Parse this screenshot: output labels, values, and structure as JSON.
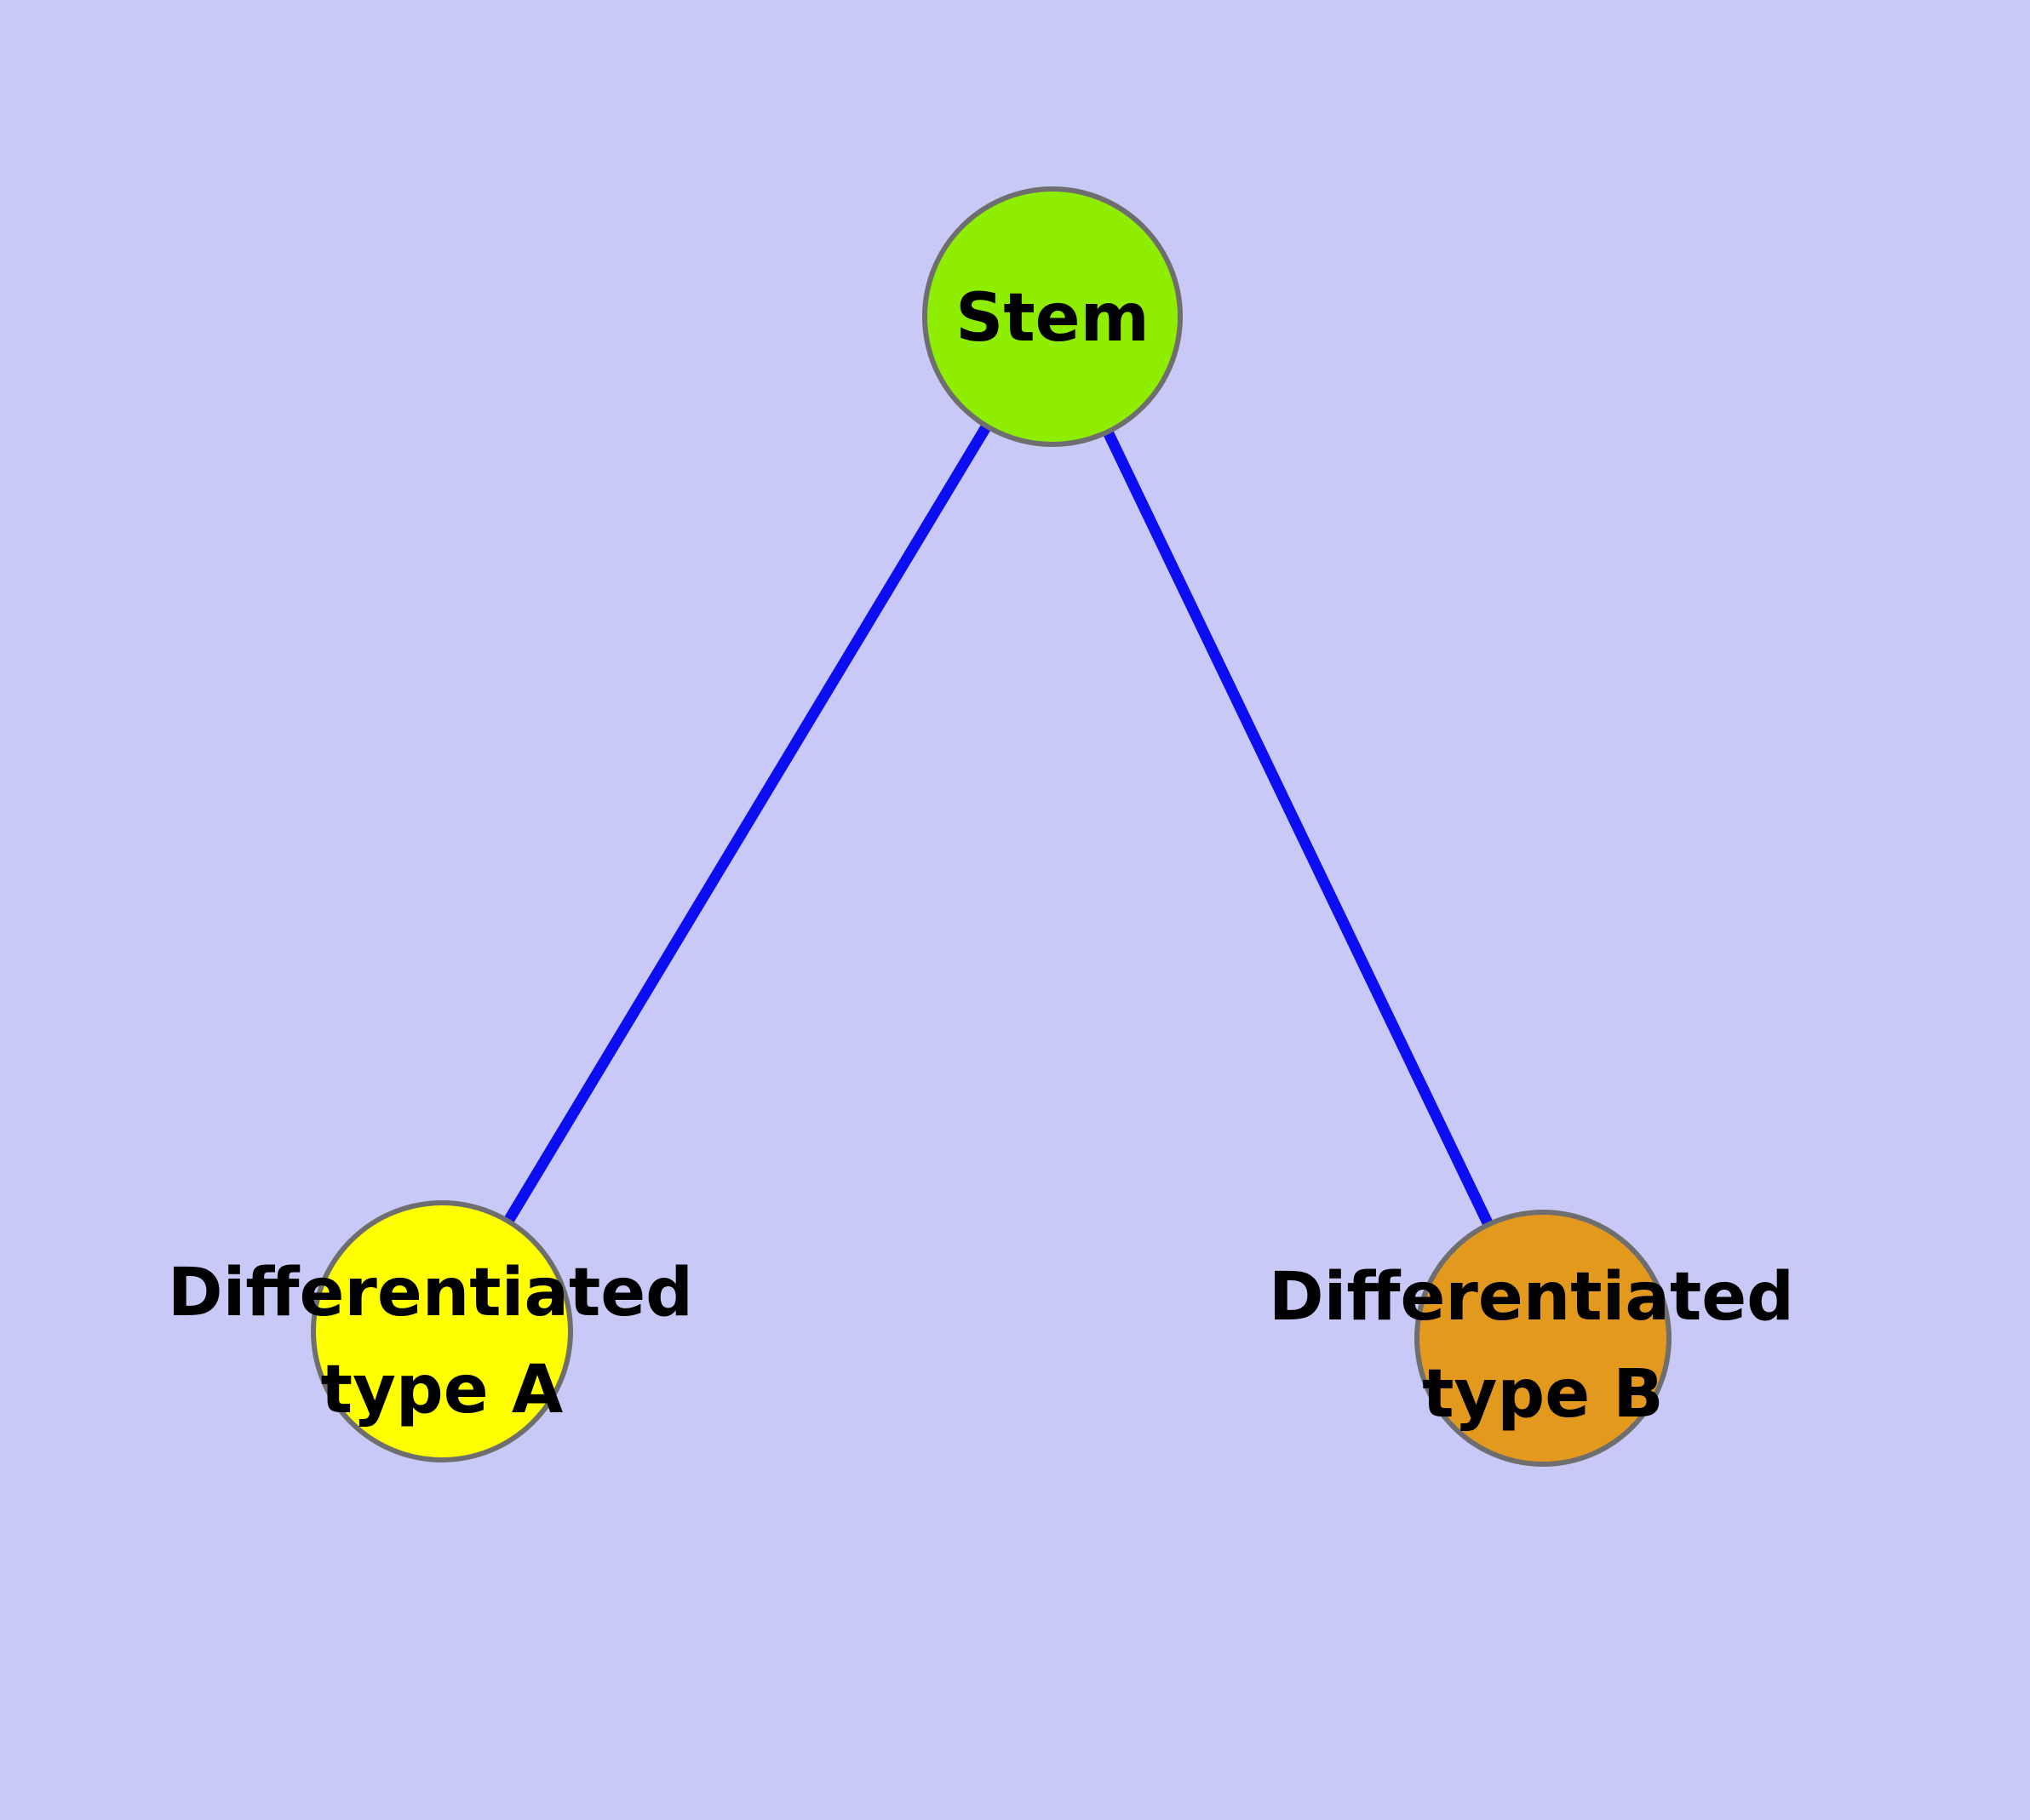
{
  "diagram": {
    "background_color": "#C9C9F7",
    "edge_color": "#0D0DF2",
    "node_border_color": "#6E6E6E",
    "label_color": "#000000",
    "nodes": [
      {
        "id": "stem",
        "label": "Stem",
        "fill_color": "#8FEE00"
      },
      {
        "id": "differentiated-type-a",
        "label": "Differentiated type A",
        "label_line1": "Differentiated",
        "label_line2": "type A",
        "fill_color": "#FFFF00"
      },
      {
        "id": "differentiated-type-b",
        "label": "Differentiated type B",
        "label_line1": "Differentiated",
        "label_line2": "type B",
        "fill_color": "#E2991E"
      }
    ],
    "edges": [
      {
        "from": "stem",
        "to": "differentiated-type-a"
      },
      {
        "from": "stem",
        "to": "differentiated-type-b"
      }
    ]
  }
}
